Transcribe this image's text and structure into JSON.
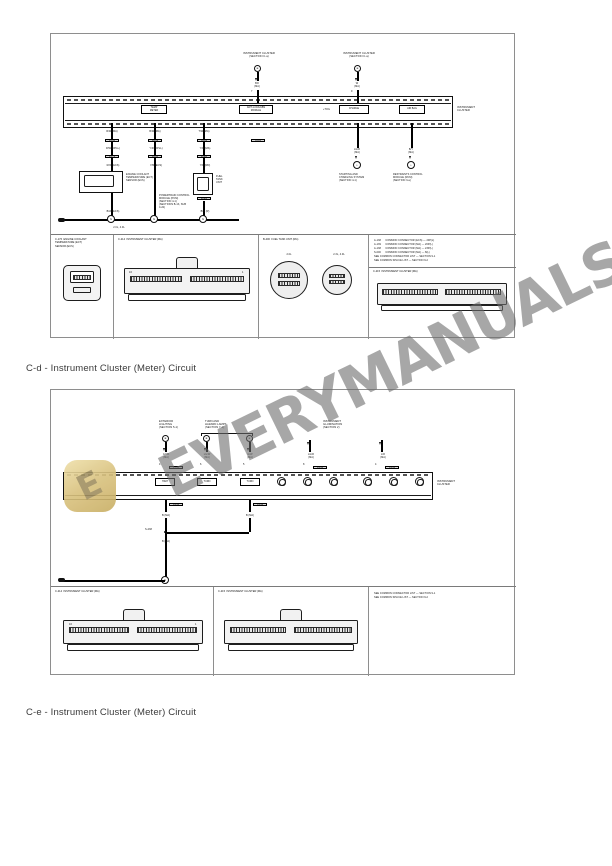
{
  "document": {
    "page_background": "#ffffff",
    "watermark": {
      "text": "EVERYMANUALS.COM",
      "badge_glyph": "E",
      "badge_color": "#d9c27f"
    }
  },
  "captions": {
    "caption_1": "C-d - Instrument Cluster (Meter) Circuit",
    "caption_2": "C-e - Instrument Cluster (Meter) Circuit"
  },
  "diagram_1": {
    "name": "C-d Instrument Cluster (Meter) Circuit",
    "top_references": [
      {
        "id": "ref-cluster-left",
        "title": "INSTRUMENT CLUSTER\n(SECTION C-a)",
        "wire": "BO\n(MA)",
        "pin": "7"
      },
      {
        "id": "ref-cluster-right",
        "title": "INSTRUMENT CLUSTER\n(SECTION C-a)",
        "wire": "W\n(MA)",
        "pin": "9"
      }
    ],
    "bottom_references": [
      {
        "id": "ref-start-charge",
        "title": "STARTING AND\nCHARGING SYSTEM\n(SECTION 4-1)",
        "wire": "LG/R\n(MA)"
      },
      {
        "id": "ref-rcm",
        "title": "RESTRAINTS CONTROL\nMODULE (RCM)\n(SECTION 3-a)",
        "wire": "B/Y\n(MA)"
      }
    ],
    "indicator_boxes": [
      {
        "id": "temp-meter",
        "label": "TEMP\nMETER"
      },
      {
        "id": "antilock-module",
        "label": "ANTI-LOCK/ABS\nMODULE"
      },
      {
        "id": "charge-lamp",
        "label": "CHARGE"
      },
      {
        "id": "airbag-lamp",
        "label": "AIR BAG"
      }
    ],
    "cluster_label": "INSTRUMENT\nCLUSTER",
    "htg_label": "+TOG",
    "connector_tags": [
      "C-214",
      "C-215",
      "C-176",
      "S-102",
      "S-103",
      "B-400",
      "B-401",
      "A-138",
      "A-139"
    ],
    "wire_labels": [
      {
        "text": "R/W (MA)"
      },
      {
        "text": "R/W (DPLL)"
      },
      {
        "text": "R/W (ECS)"
      },
      {
        "text": "B/W (MA)"
      },
      {
        "text": "Y/R (DPLL)"
      },
      {
        "text": "Y/R (MA)"
      },
      {
        "text": "Y/R (ECS)"
      },
      {
        "text": "Y/R (MA)"
      },
      {
        "text": "Y/R (RD)"
      },
      {
        "text": "B/W (ECS)"
      },
      {
        "text": "B/O (R)"
      },
      {
        "text": "T/W (MA)"
      },
      {
        "text": "LG/R (MA)"
      },
      {
        "text": "B/Y (MA)"
      }
    ],
    "component_labels": [
      "ENGINE COOLANT\nTEMPERATURE (ECT)\nSENSOR (ECS)",
      "POWERTRAIN CONTROL\nMODULE (PCM)\n(SECTION 4-1)\n(SECTIONS B-13, SUB\n0-2b)",
      "FUEL\nTANK\nUNIT"
    ],
    "engine_note": "2.0L, 4.0L",
    "detail_panels": [
      {
        "id": "c-176",
        "code": "C-176",
        "title": "ENGINE COOLANT\nTEMPERATURE (ECT)\nSENSOR (ECS)",
        "type": "shell-odd"
      },
      {
        "id": "c-214",
        "code": "C-214",
        "title": "INSTRUMENT CLUSTER (MA)",
        "type": "shell-wide"
      },
      {
        "id": "b-400",
        "code": "B-400",
        "title": "FUEL TANK UNIT (RG)",
        "type": "round-pair",
        "sub_labels": [
          "2.0L",
          "2.3L, 4.0L"
        ]
      },
      {
        "id": "legend",
        "code": "",
        "title": "",
        "type": "legend",
        "lines": [
          "A-138      COMMON CONNECTOR (ECS) — 20P(L)",
          "A-139      COMMON CONNECTOR (MA) — 20P(L)",
          "A-138      COMMON CONNECTOR (MA) — 23P(L)",
          "S-000      COMMON CONNECTOR (MA) — 8(L)",
          "SEE COMMON CONNECTOR LIST — SECTION 9-1",
          "SEE COMMON SPLICE LIST — SECTION 9-2"
        ],
        "sub_panel": {
          "code": "C-215",
          "title": "INSTRUMENT CLUSTER (MA)"
        }
      }
    ]
  },
  "diagram_2": {
    "name": "C-e Instrument Cluster (Meter) Circuit",
    "top_references": [
      {
        "id": "ref-exterior-lighting",
        "title": "EXTERIOR\nLIGHTING\n(SECTION 5-1)",
        "wire": "GY/R\n(MA)",
        "pin": "4"
      },
      {
        "id": "ref-turn-hazard",
        "title": "TURN AND\nHAZARD LAMPS\n(SECTION 7-1)",
        "wire": "LG/W\n(MA)",
        "pin": "6"
      },
      {
        "id": "ref-turn-hazard-2",
        "title": "",
        "wire": "G/W\n(MA)",
        "pin": "5"
      },
      {
        "id": "ref-illumination",
        "title": "INSTRUMENT\nILLUMINATION\n(SECTION 2)",
        "wire": "LG/R\n(MA)",
        "pin": "8"
      },
      {
        "id": "ref-illumination-2",
        "title": "",
        "wire": "L/R\n(MA)",
        "pin": "4"
      }
    ],
    "cluster_label": "INSTRUMENT\nCLUSTER",
    "indicator_boxes": [
      {
        "id": "high-beam",
        "label": "HIGH"
      },
      {
        "id": "turn-left",
        "label": "TURN"
      },
      {
        "id": "turn-right",
        "label": "TURN"
      }
    ],
    "lamp_count": 6,
    "connector_tags": [
      "C-214",
      "C-215",
      "S-238"
    ],
    "wire_labels": [
      {
        "text": "B (MA)"
      },
      {
        "text": "B (MA)"
      },
      {
        "text": "B (MA)"
      }
    ],
    "detail_panels": [
      {
        "id": "c-214b",
        "code": "C-214",
        "title": "INSTRUMENT CLUSTER (MA)",
        "type": "shell-wide"
      },
      {
        "id": "c-215b",
        "code": "C-215",
        "title": "INSTRUMENT CLUSTER (MA)",
        "type": "shell-wide"
      },
      {
        "id": "legend2",
        "code": "",
        "title": "",
        "type": "legend",
        "lines": [
          "SEE COMMON CONNECTOR LIST — SECTION 9-1",
          "SEE COMMON SPLICE LIST — SECTION 9-2"
        ]
      }
    ]
  }
}
